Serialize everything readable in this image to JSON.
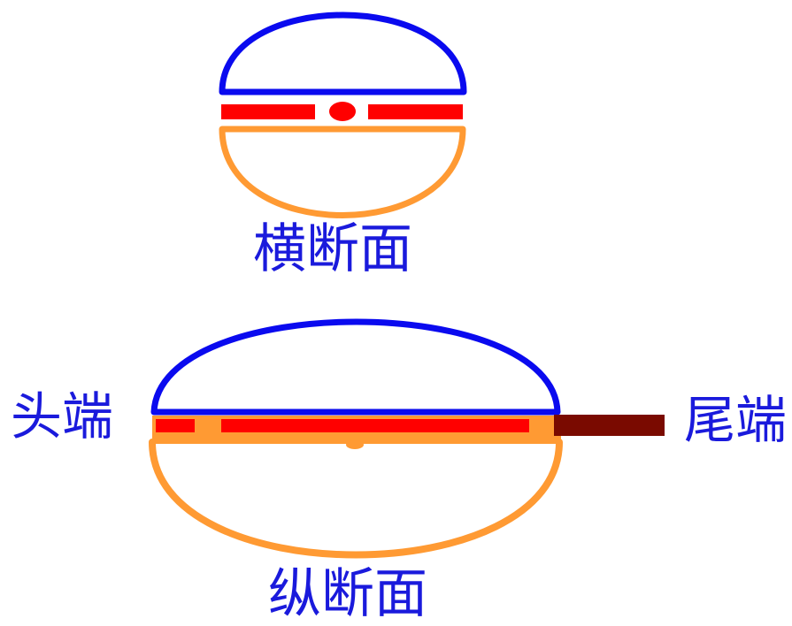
{
  "labels": {
    "cross_section": "横断面",
    "longitudinal_section": "纵断面",
    "head_end": "头端",
    "tail_end": "尾端"
  },
  "colors": {
    "upper_part": "#0a0aef",
    "middle_strip": "#ff0000",
    "lower_part": "#ff9a33",
    "tail": "#7a0a00",
    "label_text": "#1a1adc"
  }
}
